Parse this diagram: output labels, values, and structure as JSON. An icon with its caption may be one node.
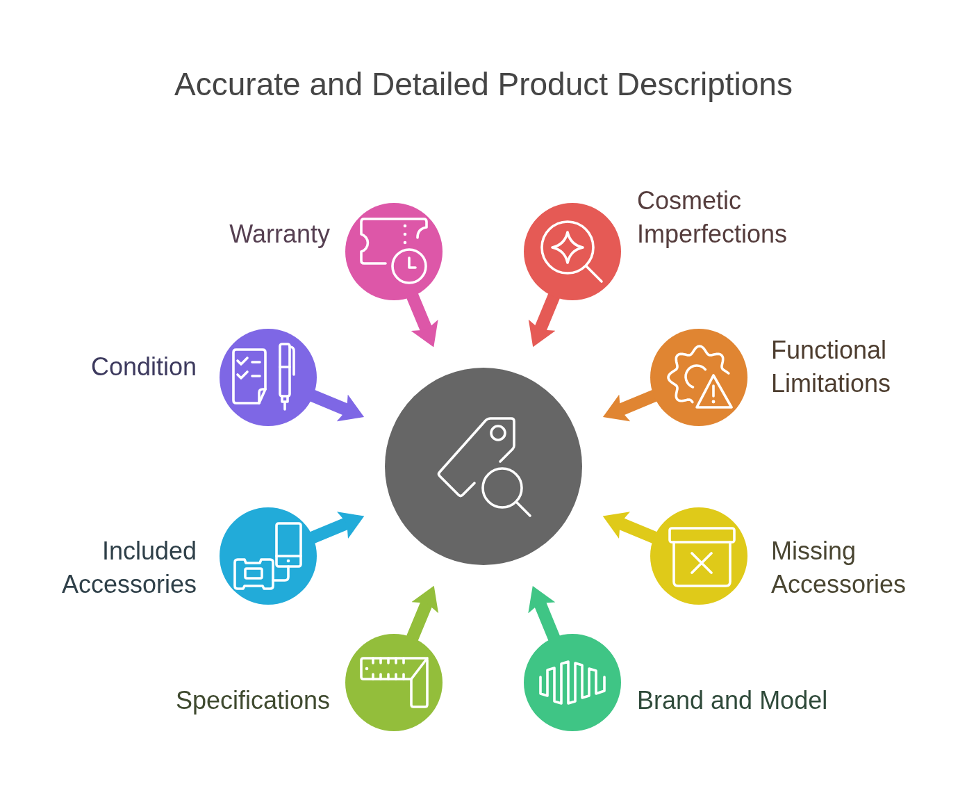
{
  "diagram": {
    "title": "Accurate and Detailed Product Descriptions",
    "nodes": [
      {
        "text": [],
        "shape": "circle"
      },
      {
        "text": [],
        "shape": "circle",
        "beside": [
          "Warranty"
        ]
      },
      {
        "text": [],
        "shape": "circle",
        "beside": [
          "Cosmetic Imperfections"
        ]
      },
      {
        "text": [],
        "shape": "circle",
        "beside": [
          "Condition"
        ]
      },
      {
        "text": [],
        "shape": "circle",
        "beside": [
          "Functional Limitations"
        ]
      },
      {
        "text": [],
        "shape": "circle",
        "beside": [
          "Included Accessories"
        ]
      },
      {
        "text": [],
        "shape": "circle",
        "beside": [
          "Missing Accessories"
        ]
      },
      {
        "text": [],
        "shape": "circle",
        "beside": [
          "Specifications"
        ]
      },
      {
        "text": [],
        "shape": "circle",
        "beside": [
          "Brand and Model"
        ]
      }
    ],
    "edges": [
      {
        "from": 1,
        "to": 0,
        "arrow": "to",
        "color": "#dd57a8"
      },
      {
        "from": 2,
        "to": 0,
        "arrow": "to",
        "color": "#e55a55"
      },
      {
        "from": 3,
        "to": 0,
        "arrow": "to",
        "color": "#7e67e5"
      },
      {
        "from": 4,
        "to": 0,
        "arrow": "to",
        "color": "#e08532"
      },
      {
        "from": 5,
        "to": 0,
        "arrow": "to",
        "color": "#22abd9"
      },
      {
        "from": 6,
        "to": 0,
        "arrow": "to",
        "color": "#dfca19"
      },
      {
        "from": 7,
        "to": 0,
        "arrow": "to",
        "color": "#93be3b"
      },
      {
        "from": 8,
        "to": 0,
        "arrow": "to",
        "color": "#3fc585"
      }
    ]
  }
}
